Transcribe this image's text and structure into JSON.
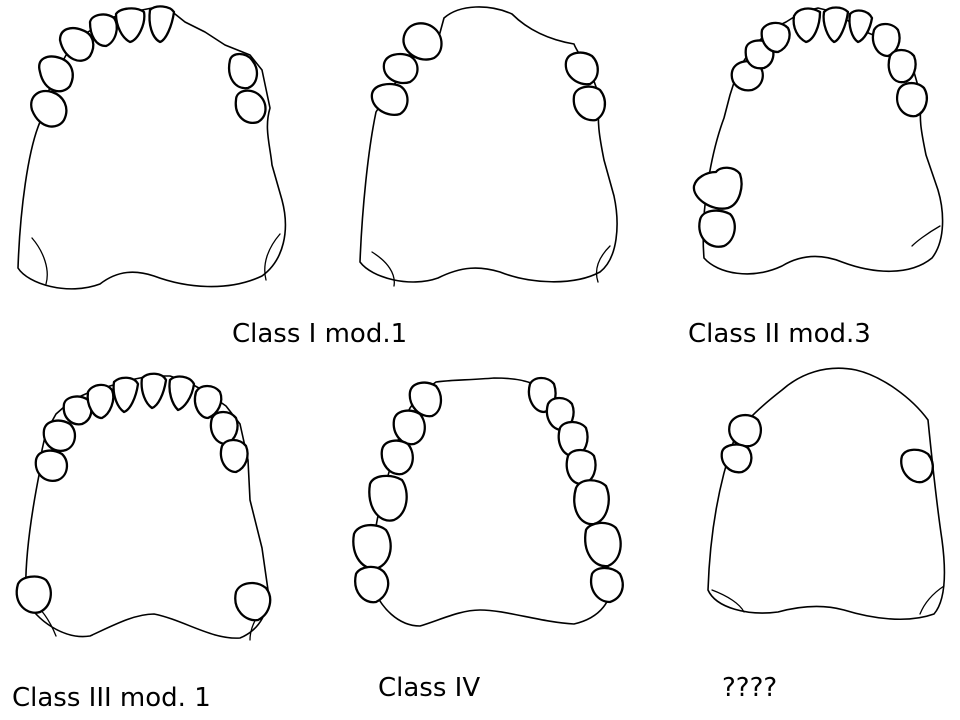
{
  "labels": {
    "class_i_mod1": "Class I mod.1",
    "class_ii_mod3": "Class II mod.3",
    "class_iii_mod1": "Class III mod. 1",
    "class_iv": "Class IV",
    "unknown": "????"
  },
  "colors": {
    "background": "#ffffff",
    "line": "#000000"
  }
}
